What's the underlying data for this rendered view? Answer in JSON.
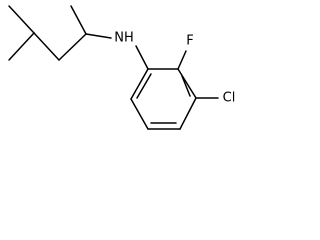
{
  "structure": {
    "atom_labels": {
      "amine": "NH",
      "fluorine": "F",
      "chlorine": "Cl"
    },
    "colors": {
      "line": "#000000",
      "background": "#ffffff"
    }
  }
}
